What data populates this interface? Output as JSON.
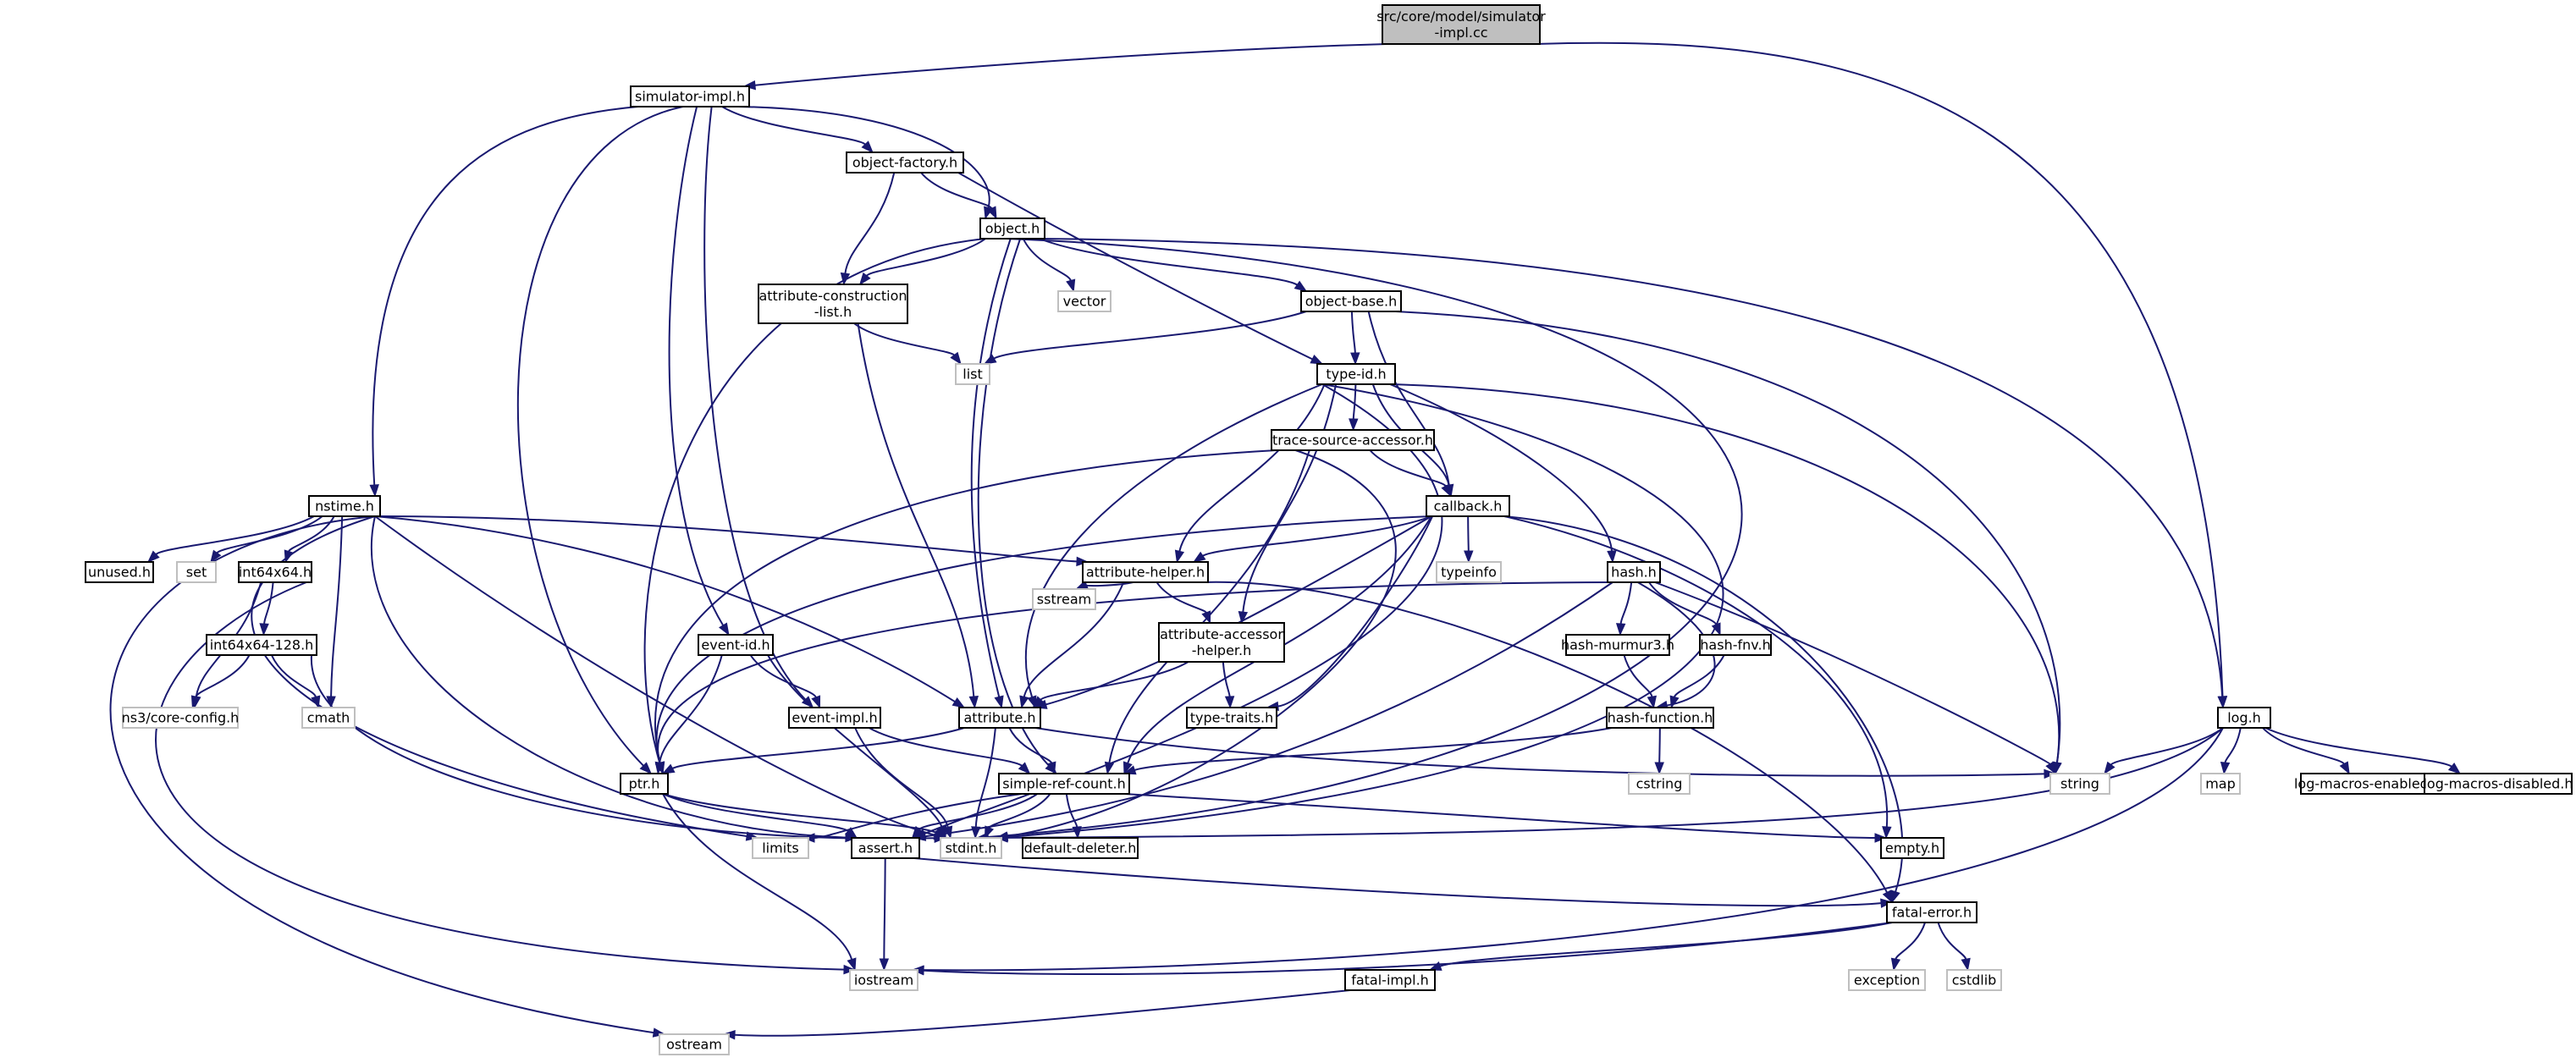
{
  "nodes": [
    {
      "id": "root",
      "lines": [
        "src/core/model/simulator",
        "-impl.cc"
      ],
      "kind": "root"
    },
    {
      "id": "simulator_impl",
      "lines": [
        "simulator-impl.h"
      ],
      "kind": "file"
    },
    {
      "id": "object_factory",
      "lines": [
        "object-factory.h"
      ],
      "kind": "file"
    },
    {
      "id": "object",
      "lines": [
        "object.h"
      ],
      "kind": "file"
    },
    {
      "id": "attr_constr",
      "lines": [
        "attribute-construction",
        "-list.h"
      ],
      "kind": "file"
    },
    {
      "id": "vector",
      "lines": [
        "vector"
      ],
      "kind": "ext"
    },
    {
      "id": "object_base",
      "lines": [
        "object-base.h"
      ],
      "kind": "file"
    },
    {
      "id": "list",
      "lines": [
        "list"
      ],
      "kind": "ext"
    },
    {
      "id": "type_id",
      "lines": [
        "type-id.h"
      ],
      "kind": "file"
    },
    {
      "id": "trace_src",
      "lines": [
        "trace-source-accessor.h"
      ],
      "kind": "file"
    },
    {
      "id": "callback",
      "lines": [
        "callback.h"
      ],
      "kind": "file"
    },
    {
      "id": "nstime",
      "lines": [
        "nstime.h"
      ],
      "kind": "file"
    },
    {
      "id": "unused",
      "lines": [
        "unused.h"
      ],
      "kind": "file"
    },
    {
      "id": "set",
      "lines": [
        "set"
      ],
      "kind": "ext"
    },
    {
      "id": "int64x64",
      "lines": [
        "int64x64.h"
      ],
      "kind": "file"
    },
    {
      "id": "attr_helper",
      "lines": [
        "attribute-helper.h"
      ],
      "kind": "file"
    },
    {
      "id": "typeinfo",
      "lines": [
        "typeinfo"
      ],
      "kind": "ext"
    },
    {
      "id": "hash",
      "lines": [
        "hash.h"
      ],
      "kind": "file"
    },
    {
      "id": "sstream",
      "lines": [
        "sstream"
      ],
      "kind": "ext"
    },
    {
      "id": "attr_accessor",
      "lines": [
        "attribute-accessor",
        "-helper.h"
      ],
      "kind": "file"
    },
    {
      "id": "int128",
      "lines": [
        "int64x64-128.h"
      ],
      "kind": "file"
    },
    {
      "id": "event_id",
      "lines": [
        "event-id.h"
      ],
      "kind": "file"
    },
    {
      "id": "hash_murmur",
      "lines": [
        "hash-murmur3.h"
      ],
      "kind": "file"
    },
    {
      "id": "hash_fnv",
      "lines": [
        "hash-fnv.h"
      ],
      "kind": "file"
    },
    {
      "id": "core_config",
      "lines": [
        "ns3/core-config.h"
      ],
      "kind": "ext"
    },
    {
      "id": "cmath",
      "lines": [
        "cmath"
      ],
      "kind": "ext"
    },
    {
      "id": "event_impl",
      "lines": [
        "event-impl.h"
      ],
      "kind": "file"
    },
    {
      "id": "attribute",
      "lines": [
        "attribute.h"
      ],
      "kind": "file"
    },
    {
      "id": "type_traits",
      "lines": [
        "type-traits.h"
      ],
      "kind": "file"
    },
    {
      "id": "hash_function",
      "lines": [
        "hash-function.h"
      ],
      "kind": "file"
    },
    {
      "id": "log",
      "lines": [
        "log.h"
      ],
      "kind": "file"
    },
    {
      "id": "cstring",
      "lines": [
        "cstring"
      ],
      "kind": "ext"
    },
    {
      "id": "ptr",
      "lines": [
        "ptr.h"
      ],
      "kind": "file"
    },
    {
      "id": "simple_ref",
      "lines": [
        "simple-ref-count.h"
      ],
      "kind": "file"
    },
    {
      "id": "string",
      "lines": [
        "string"
      ],
      "kind": "ext"
    },
    {
      "id": "map",
      "lines": [
        "map"
      ],
      "kind": "ext"
    },
    {
      "id": "log_en",
      "lines": [
        "log-macros-enabled.h"
      ],
      "kind": "file"
    },
    {
      "id": "log_dis",
      "lines": [
        "log-macros-disabled.h"
      ],
      "kind": "file"
    },
    {
      "id": "limits",
      "lines": [
        "limits"
      ],
      "kind": "ext"
    },
    {
      "id": "assert",
      "lines": [
        "assert.h"
      ],
      "kind": "file"
    },
    {
      "id": "stdint",
      "lines": [
        "stdint.h"
      ],
      "kind": "ext"
    },
    {
      "id": "default_deleter",
      "lines": [
        "default-deleter.h"
      ],
      "kind": "file"
    },
    {
      "id": "empty",
      "lines": [
        "empty.h"
      ],
      "kind": "file"
    },
    {
      "id": "fatal_error",
      "lines": [
        "fatal-error.h"
      ],
      "kind": "file"
    },
    {
      "id": "iostream",
      "lines": [
        "iostream"
      ],
      "kind": "ext"
    },
    {
      "id": "exception",
      "lines": [
        "exception"
      ],
      "kind": "ext"
    },
    {
      "id": "cstdlib",
      "lines": [
        "cstdlib"
      ],
      "kind": "ext"
    },
    {
      "id": "fatal_impl",
      "lines": [
        "fatal-impl.h"
      ],
      "kind": "file"
    },
    {
      "id": "ostream",
      "lines": [
        "ostream"
      ],
      "kind": "ext"
    }
  ],
  "edges": [
    [
      "root",
      "simulator_impl"
    ],
    [
      "root",
      "log"
    ],
    [
      "simulator_impl",
      "object_factory"
    ],
    [
      "simulator_impl",
      "object"
    ],
    [
      "simulator_impl",
      "nstime"
    ],
    [
      "simulator_impl",
      "event_id"
    ],
    [
      "simulator_impl",
      "event_impl"
    ],
    [
      "simulator_impl",
      "ptr"
    ],
    [
      "object_factory",
      "object"
    ],
    [
      "object_factory",
      "attr_constr"
    ],
    [
      "object_factory",
      "type_id"
    ],
    [
      "object",
      "attr_constr"
    ],
    [
      "object",
      "vector"
    ],
    [
      "object",
      "object_base"
    ],
    [
      "object",
      "attribute"
    ],
    [
      "object",
      "ptr"
    ],
    [
      "object",
      "simple_ref"
    ],
    [
      "object",
      "log"
    ],
    [
      "object",
      "stdint"
    ],
    [
      "attr_constr",
      "list"
    ],
    [
      "attr_constr",
      "attribute"
    ],
    [
      "object_base",
      "list"
    ],
    [
      "object_base",
      "type_id"
    ],
    [
      "object_base",
      "callback"
    ],
    [
      "object_base",
      "string"
    ],
    [
      "type_id",
      "trace_src"
    ],
    [
      "type_id",
      "callback"
    ],
    [
      "type_id",
      "attr_helper"
    ],
    [
      "type_id",
      "attr_accessor"
    ],
    [
      "type_id",
      "hash"
    ],
    [
      "type_id",
      "attribute"
    ],
    [
      "type_id",
      "string"
    ],
    [
      "type_id",
      "stdint"
    ],
    [
      "type_id",
      "assert"
    ],
    [
      "trace_src",
      "callback"
    ],
    [
      "trace_src",
      "ptr"
    ],
    [
      "trace_src",
      "simple_ref"
    ],
    [
      "trace_src",
      "stdint"
    ],
    [
      "callback",
      "typeinfo"
    ],
    [
      "callback",
      "attr_helper"
    ],
    [
      "callback",
      "attribute"
    ],
    [
      "callback",
      "type_traits"
    ],
    [
      "callback",
      "ptr"
    ],
    [
      "callback",
      "simple_ref"
    ],
    [
      "callback",
      "empty"
    ],
    [
      "callback",
      "fatal_error"
    ],
    [
      "nstime",
      "unused"
    ],
    [
      "nstime",
      "set"
    ],
    [
      "nstime",
      "int64x64"
    ],
    [
      "nstime",
      "attr_helper"
    ],
    [
      "nstime",
      "attribute"
    ],
    [
      "nstime",
      "cmath"
    ],
    [
      "nstime",
      "assert"
    ],
    [
      "nstime",
      "limits"
    ],
    [
      "nstime",
      "stdint"
    ],
    [
      "nstime",
      "ostream"
    ],
    [
      "int64x64",
      "int128"
    ],
    [
      "int64x64",
      "core_config"
    ],
    [
      "int64x64",
      "iostream"
    ],
    [
      "int128",
      "core_config"
    ],
    [
      "int128",
      "cmath"
    ],
    [
      "int128",
      "stdint"
    ],
    [
      "attr_helper",
      "sstream"
    ],
    [
      "attr_helper",
      "attr_accessor"
    ],
    [
      "attr_helper",
      "attribute"
    ],
    [
      "attr_helper",
      "fatal_error"
    ],
    [
      "attr_accessor",
      "attribute"
    ],
    [
      "attr_accessor",
      "type_traits"
    ],
    [
      "hash",
      "hash_murmur"
    ],
    [
      "hash",
      "hash_fnv"
    ],
    [
      "hash",
      "hash_function"
    ],
    [
      "hash",
      "ptr"
    ],
    [
      "hash",
      "string"
    ],
    [
      "hash",
      "assert"
    ],
    [
      "hash_murmur",
      "hash_function"
    ],
    [
      "hash_fnv",
      "hash_function"
    ],
    [
      "hash_function",
      "cstring"
    ],
    [
      "hash_function",
      "simple_ref"
    ],
    [
      "event_id",
      "event_impl"
    ],
    [
      "event_id",
      "ptr"
    ],
    [
      "event_id",
      "stdint"
    ],
    [
      "event_impl",
      "simple_ref"
    ],
    [
      "event_impl",
      "stdint"
    ],
    [
      "attribute",
      "ptr"
    ],
    [
      "attribute",
      "simple_ref"
    ],
    [
      "attribute",
      "string"
    ],
    [
      "attribute",
      "stdint"
    ],
    [
      "ptr",
      "assert"
    ],
    [
      "ptr",
      "iostream"
    ],
    [
      "ptr",
      "stdint"
    ],
    [
      "simple_ref",
      "empty"
    ],
    [
      "simple_ref",
      "default_deleter"
    ],
    [
      "simple_ref",
      "assert"
    ],
    [
      "simple_ref",
      "stdint"
    ],
    [
      "simple_ref",
      "limits"
    ],
    [
      "log",
      "string"
    ],
    [
      "log",
      "map"
    ],
    [
      "log",
      "log_en"
    ],
    [
      "log",
      "log_dis"
    ],
    [
      "log",
      "iostream"
    ],
    [
      "log",
      "stdint"
    ],
    [
      "assert",
      "fatal_error"
    ],
    [
      "assert",
      "iostream"
    ],
    [
      "fatal_error",
      "iostream"
    ],
    [
      "fatal_error",
      "exception"
    ],
    [
      "fatal_error",
      "cstdlib"
    ],
    [
      "fatal_error",
      "fatal_impl"
    ],
    [
      "fatal_impl",
      "ostream"
    ]
  ],
  "colors": {
    "edge": "#191970",
    "node_border": "#000000",
    "ext_border": "#bfbfbf",
    "root_fill": "#bfbfbf",
    "node_fill": "#ffffff"
  }
}
